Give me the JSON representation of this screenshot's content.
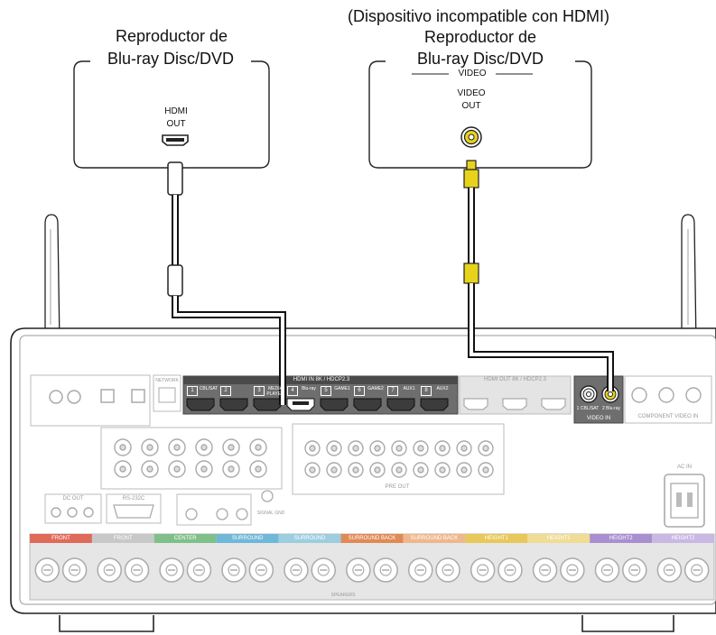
{
  "left_device": {
    "name_line1": "Reproductor de",
    "name_line2": "Blu-ray Disc/DVD",
    "port_line1": "HDMI",
    "port_line2": "OUT"
  },
  "right_device": {
    "note": "(Dispositivo incompatible con HDMI)",
    "name_line1": "Reproductor de",
    "name_line2": "Blu-ray Disc/DVD",
    "section": "VIDEO",
    "port_line1": "VIDEO",
    "port_line2": "OUT"
  },
  "receiver": {
    "hdmi_in_header": "HDMI IN 8K / HDCP2.3",
    "hdmi_inputs": [
      {
        "num": "1",
        "label": "CBL/SAT"
      },
      {
        "num": "2",
        "label": ""
      },
      {
        "num": "3",
        "label": "MEDIA PLAYER"
      },
      {
        "num": "4",
        "label": "Blu-ray"
      },
      {
        "num": "5",
        "label": "GAME1"
      },
      {
        "num": "6",
        "label": "GAME2"
      },
      {
        "num": "7",
        "label": "AUX1"
      },
      {
        "num": "8",
        "label": "AUX2"
      }
    ],
    "hdmi_out_header": "HDMI OUT 8K / HDCP2.3",
    "video_in_label": "VIDEO IN",
    "video_in_ports": [
      "1 CBL/SAT",
      "2 Blu-ray"
    ],
    "component_label": "COMPONENT VIDEO IN",
    "antenna_left": "Bluetooth/Wi-Fi ANTENNA",
    "antenna_right": "Bluetooth/Wi-Fi ANTENNA",
    "network": "NETWORK",
    "ac_in": "AC IN",
    "pre_out": "PRE OUT",
    "dc_out": "DC OUT",
    "rs232c": "RS-232C",
    "signal_gnd": "SIGNAL GND",
    "speakers": "SPEAKERS",
    "speaker_groups": [
      {
        "label": "FRONT",
        "color": "#e06a5a"
      },
      {
        "label": "FRONT",
        "color": "#c8c8c8"
      },
      {
        "label": "CENTER",
        "color": "#7fc08a"
      },
      {
        "label": "SURROUND",
        "color": "#6fb8d8"
      },
      {
        "label": "SURROUND",
        "color": "#9ecde0"
      },
      {
        "label": "SURROUND BACK",
        "color": "#e08a55"
      },
      {
        "label": "SURROUND BACK",
        "color": "#eeb88e"
      },
      {
        "label": "HEIGHT1",
        "color": "#e8c85a"
      },
      {
        "label": "HEIGHT1",
        "color": "#efdc95"
      },
      {
        "label": "HEIGHT2",
        "color": "#a98fd0"
      },
      {
        "label": "HEIGHT2",
        "color": "#c9b8e4"
      }
    ]
  }
}
